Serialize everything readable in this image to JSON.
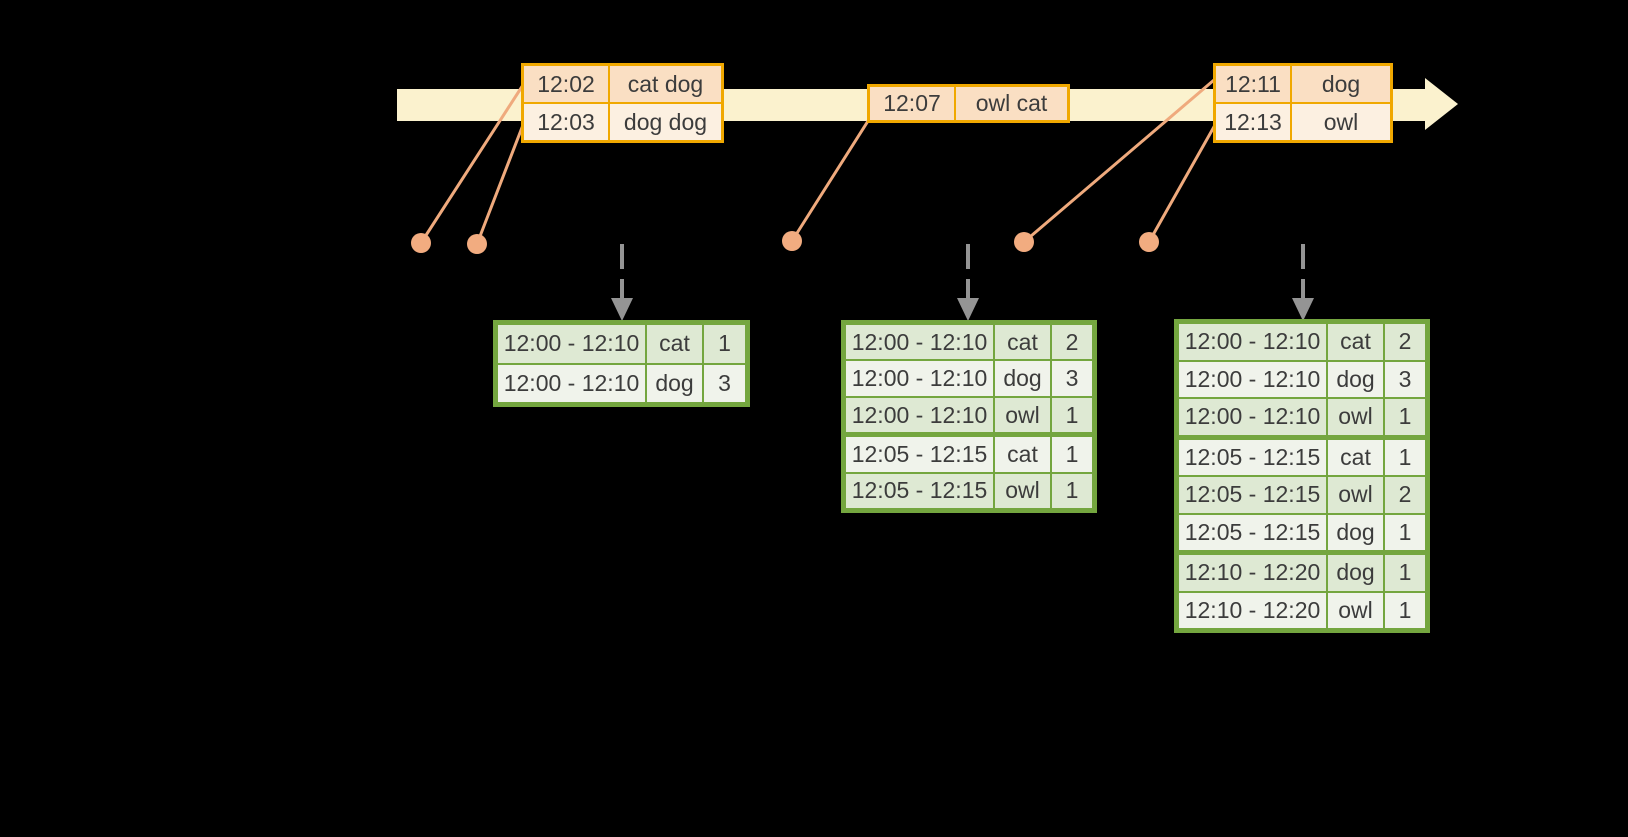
{
  "palette": {
    "background": "#000000",
    "timeline_fill": "#FBF2CE",
    "event_table_border": "#F0A800",
    "event_row_dark": "#FADFC3",
    "event_row_light": "#FCF0E1",
    "connector_line": "#EFAA7D",
    "event_dot": "#F2AC80",
    "trigger_arrow": "#949494",
    "result_table_border": "#74A63F",
    "result_row_dark": "#DEE9D3",
    "result_row_light": "#F0F3EB",
    "text": "#3C3C3C"
  },
  "icons": {
    "timeline_arrowhead": "right-arrowhead",
    "trigger_arrow": "dashed-down-arrow",
    "event_dot": "filled-circle"
  },
  "event_tables": [
    {
      "rows": [
        {
          "time": "12:02",
          "words": "cat dog"
        },
        {
          "time": "12:03",
          "words": "dog dog"
        }
      ]
    },
    {
      "rows": [
        {
          "time": "12:07",
          "words": "owl cat"
        }
      ]
    },
    {
      "rows": [
        {
          "time": "12:11",
          "words": "dog"
        },
        {
          "time": "12:13",
          "words": "owl"
        }
      ]
    }
  ],
  "result_tables": [
    {
      "rows": [
        {
          "window": "12:00 - 12:10",
          "word": "cat",
          "count": "1"
        },
        {
          "window": "12:00 - 12:10",
          "word": "dog",
          "count": "3"
        }
      ]
    },
    {
      "rows": [
        {
          "window": "12:00 - 12:10",
          "word": "cat",
          "count": "2"
        },
        {
          "window": "12:00 - 12:10",
          "word": "dog",
          "count": "3"
        },
        {
          "window": "12:00 - 12:10",
          "word": "owl",
          "count": "1"
        },
        {
          "window": "12:05 - 12:15",
          "word": "cat",
          "count": "1"
        },
        {
          "window": "12:05 - 12:15",
          "word": "owl",
          "count": "1"
        }
      ]
    },
    {
      "rows": [
        {
          "window": "12:00 - 12:10",
          "word": "cat",
          "count": "2"
        },
        {
          "window": "12:00 - 12:10",
          "word": "dog",
          "count": "3"
        },
        {
          "window": "12:00 - 12:10",
          "word": "owl",
          "count": "1"
        },
        {
          "window": "12:05 - 12:15",
          "word": "cat",
          "count": "1"
        },
        {
          "window": "12:05 - 12:15",
          "word": "owl",
          "count": "2"
        },
        {
          "window": "12:05 - 12:15",
          "word": "dog",
          "count": "1"
        },
        {
          "window": "12:10 - 12:20",
          "word": "dog",
          "count": "1"
        },
        {
          "window": "12:10 - 12:20",
          "word": "owl",
          "count": "1"
        }
      ]
    }
  ]
}
